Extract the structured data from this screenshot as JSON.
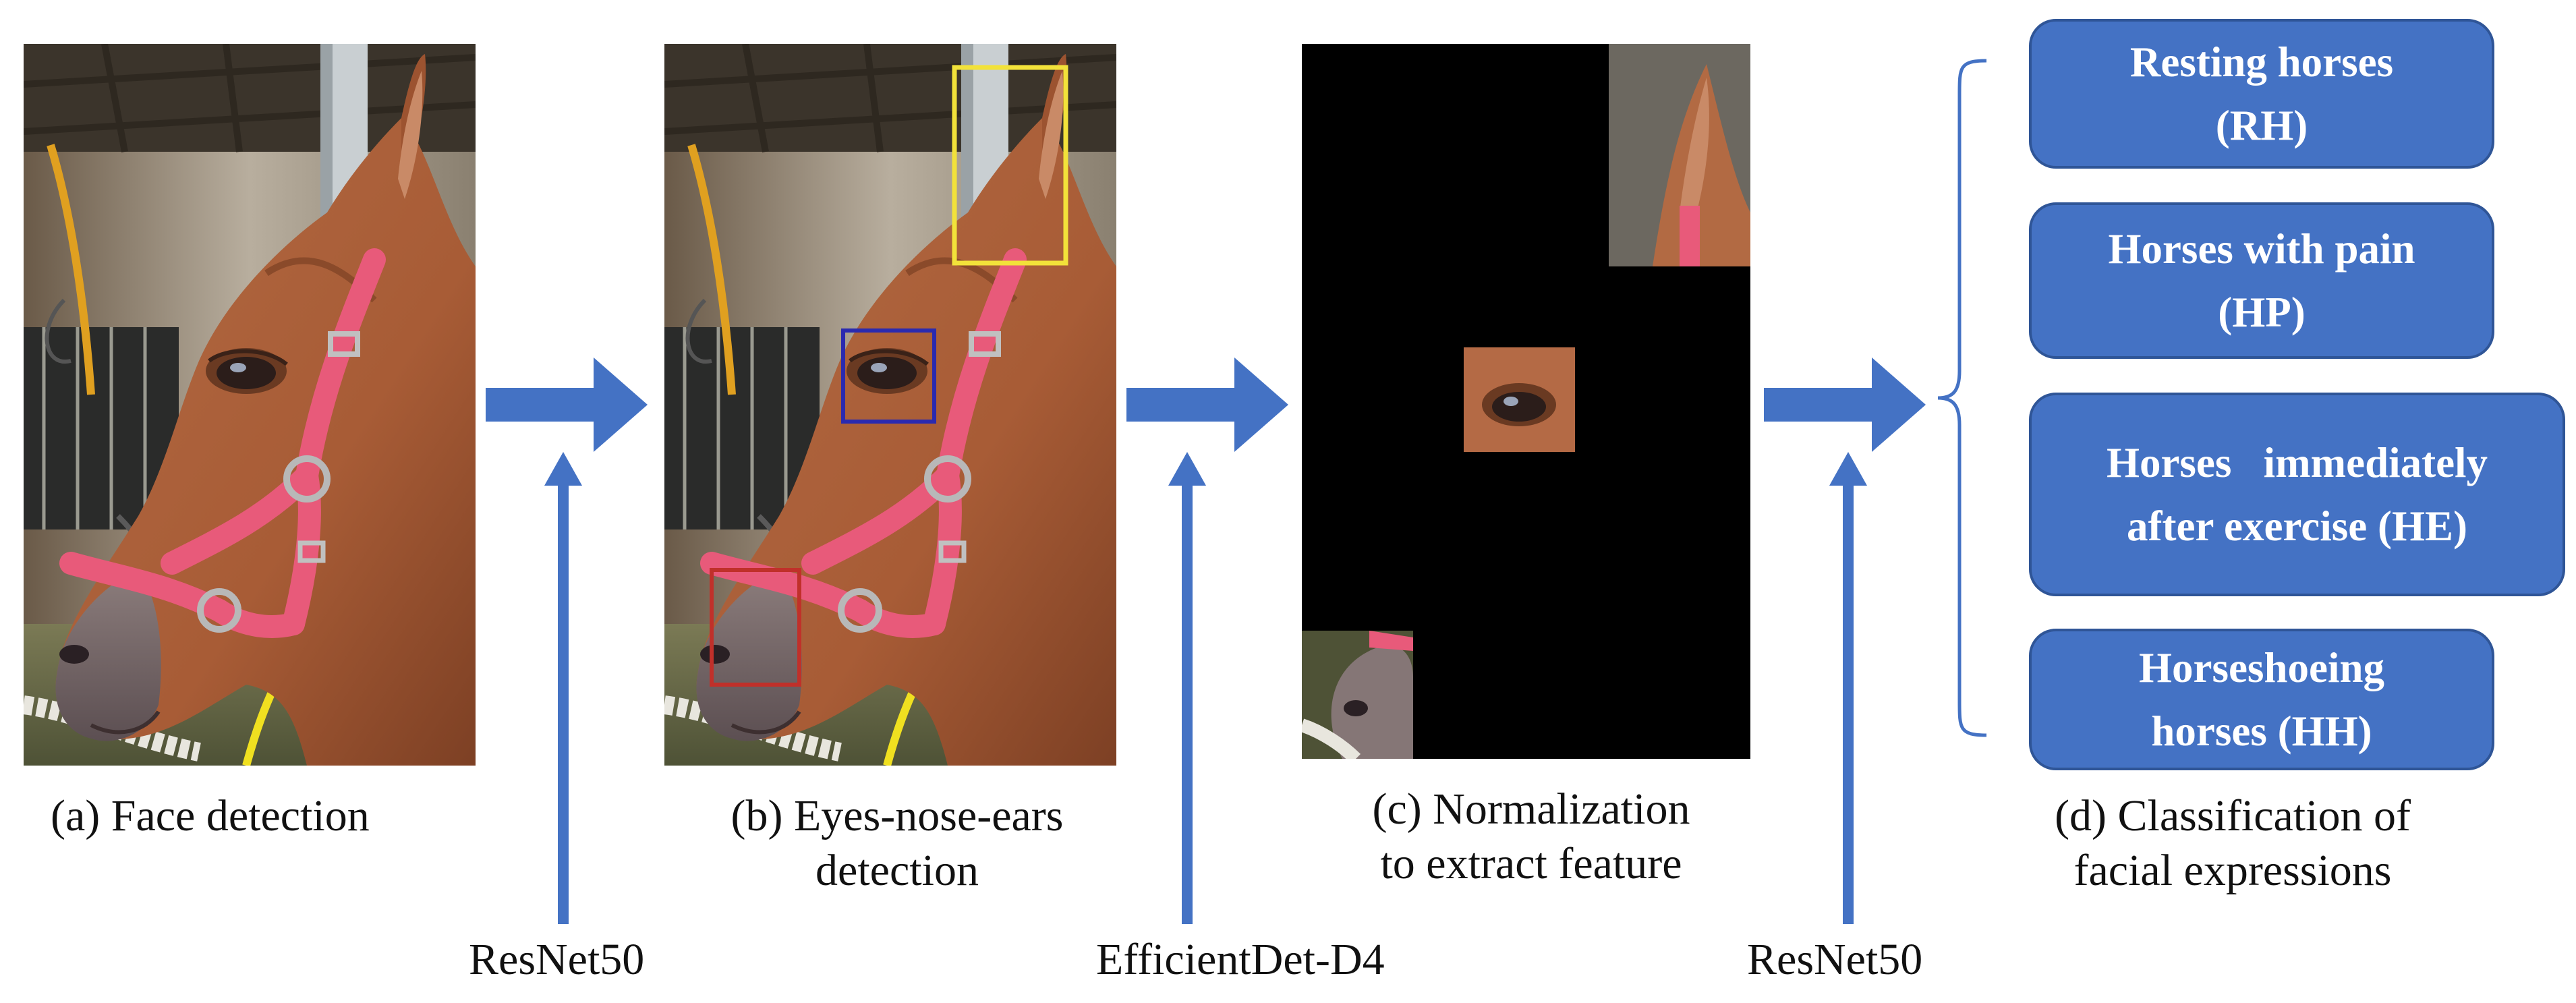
{
  "panels": {
    "a": {
      "caption": "(a)  Face detection"
    },
    "b": {
      "caption_line1": "(b) Eyes-nose-ears",
      "caption_line2": "detection"
    },
    "c": {
      "caption_line1": "(c) Normalization",
      "caption_line2": "to extract feature"
    },
    "d": {
      "caption_line1": "(d) Classification of",
      "caption_line2": "facial expressions"
    }
  },
  "methods": {
    "first": "ResNet50",
    "second": "EfficientDet-D4",
    "third": "ResNet50"
  },
  "classes": [
    {
      "line1": "Resting horses",
      "line2": "(RH)"
    },
    {
      "line1": "Horses with pain",
      "line2": "(HP)"
    },
    {
      "line1": "Horses   immediately",
      "line2": "after exercise (HE)"
    },
    {
      "line1": "Horseshoeing",
      "line2": "horses (HH)"
    }
  ],
  "detection_boxes": [
    {
      "part": "ears",
      "color": "#f2e23a"
    },
    {
      "part": "eyes",
      "color": "#2a2ab0"
    },
    {
      "part": "nose",
      "color": "#c0302a"
    }
  ],
  "colors": {
    "arrow": "#4472c4",
    "class_box": "#4472c4",
    "normalization_background": "#000000"
  }
}
